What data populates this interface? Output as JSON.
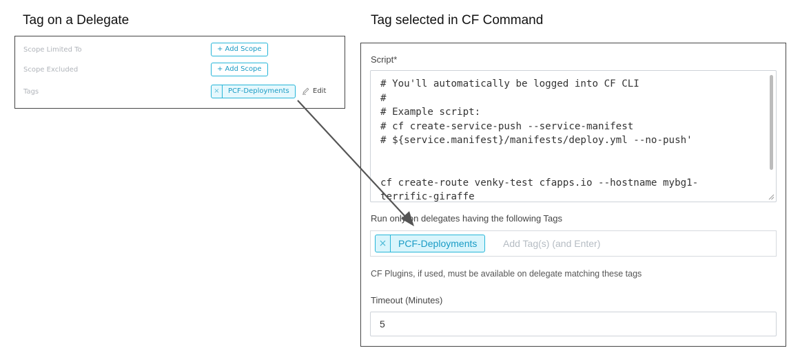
{
  "captions": {
    "left": "Tag on a Delegate",
    "right": "Tag selected in CF Command"
  },
  "delegate": {
    "rows": [
      {
        "label": "Scope Limited To",
        "button": "+ Add Scope"
      },
      {
        "label": "Scope Excluded",
        "button": "+ Add Scope"
      }
    ],
    "tags_label": "Tags",
    "tag": {
      "remove": "×",
      "name": "PCF-Deployments"
    },
    "edit_label": "Edit",
    "edit_icon": "pencil-icon"
  },
  "command": {
    "script_label": "Script*",
    "script": "# You'll automatically be logged into CF CLI\n#\n# Example script:\n# cf create-service-push --service-manifest\n# ${service.manifest}/manifests/deploy.yml --no-push'\n\n\ncf create-route venky-test cfapps.io --hostname mybg1-\nterrific-giraffe",
    "tags_label": "Run only on delegates having the following Tags",
    "tag": {
      "remove": "×",
      "name": "PCF-Deployments"
    },
    "tags_placeholder": "Add Tag(s) (and Enter)",
    "help_text": "CF Plugins, if used, must be available on delegate matching these tags",
    "timeout_label": "Timeout (Minutes)",
    "timeout_value": "5"
  },
  "colors": {
    "accent": "#25b5d8",
    "tag_fill": "#d9f5fc",
    "arrow": "#555555"
  }
}
